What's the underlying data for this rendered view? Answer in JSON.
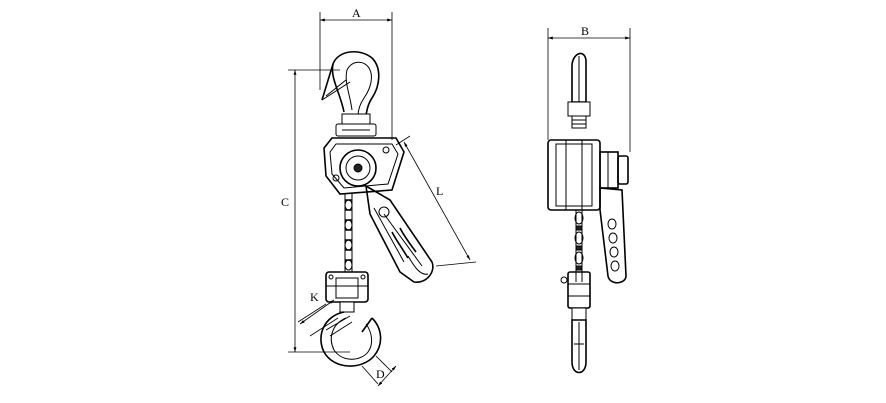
{
  "front_view": {
    "label_A": "A",
    "label_C": "C",
    "label_L": "L",
    "label_K": "K",
    "label_D": "D"
  },
  "side_view": {
    "label_B": "B"
  }
}
